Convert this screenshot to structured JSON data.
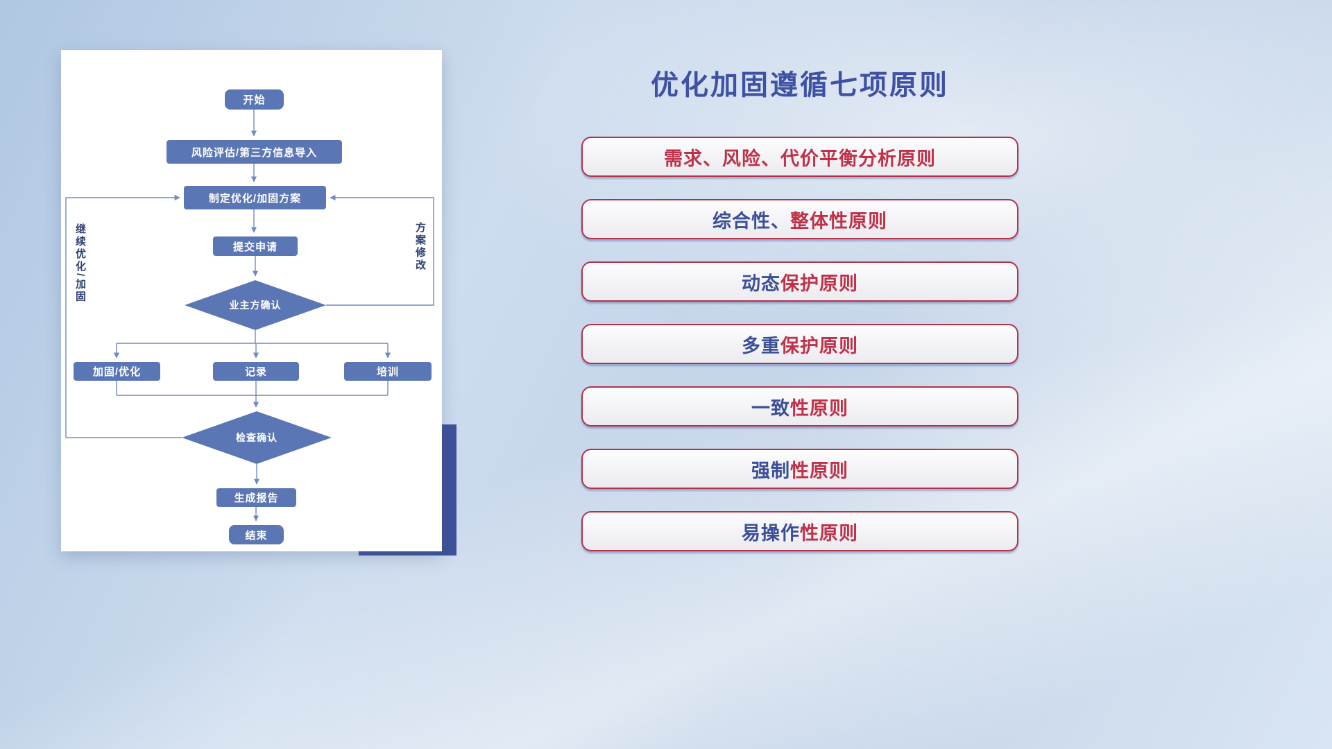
{
  "title": "优化加固遵循七项原则",
  "flowchart": {
    "nodes": {
      "start": "开始",
      "risk": "风险评估/第三方信息导入",
      "plan": "制定优化/加固方案",
      "submit": "提交申请",
      "owner_confirm": "业主方确认",
      "reinforce": "加固/优化",
      "record": "记录",
      "training": "培训",
      "check_confirm": "检查确认",
      "report": "生成报告",
      "end": "结束"
    },
    "edge_labels": {
      "continue": "继续优化/加固",
      "modify": "方案修改"
    }
  },
  "principles": {
    "items": [
      {
        "part1": "需求、风险、代价平衡分析原则",
        "color1": "red",
        "part2": "",
        "color2": "red"
      },
      {
        "part1": "综合性、",
        "color1": "navy",
        "part2": "整体性原则",
        "color2": "red"
      },
      {
        "part1": "动态",
        "color1": "navy",
        "part2": "保护原则",
        "color2": "red"
      },
      {
        "part1": "多重",
        "color1": "navy",
        "part2": "保护原则",
        "color2": "red"
      },
      {
        "part1": "一致",
        "color1": "navy",
        "part2": "性原则",
        "color2": "red"
      },
      {
        "part1": "强制",
        "color1": "navy",
        "part2": "性原则",
        "color2": "red"
      },
      {
        "part1": "易操作",
        "color1": "navy",
        "part2": "性原则",
        "color2": "red"
      }
    ]
  },
  "colors": {
    "accent_red": "#bf3148",
    "accent_navy": "#3a4f97",
    "node_blue": "#5b76b4",
    "line_blue": "#6d8cc4",
    "title_blue": "#3f51a5"
  }
}
